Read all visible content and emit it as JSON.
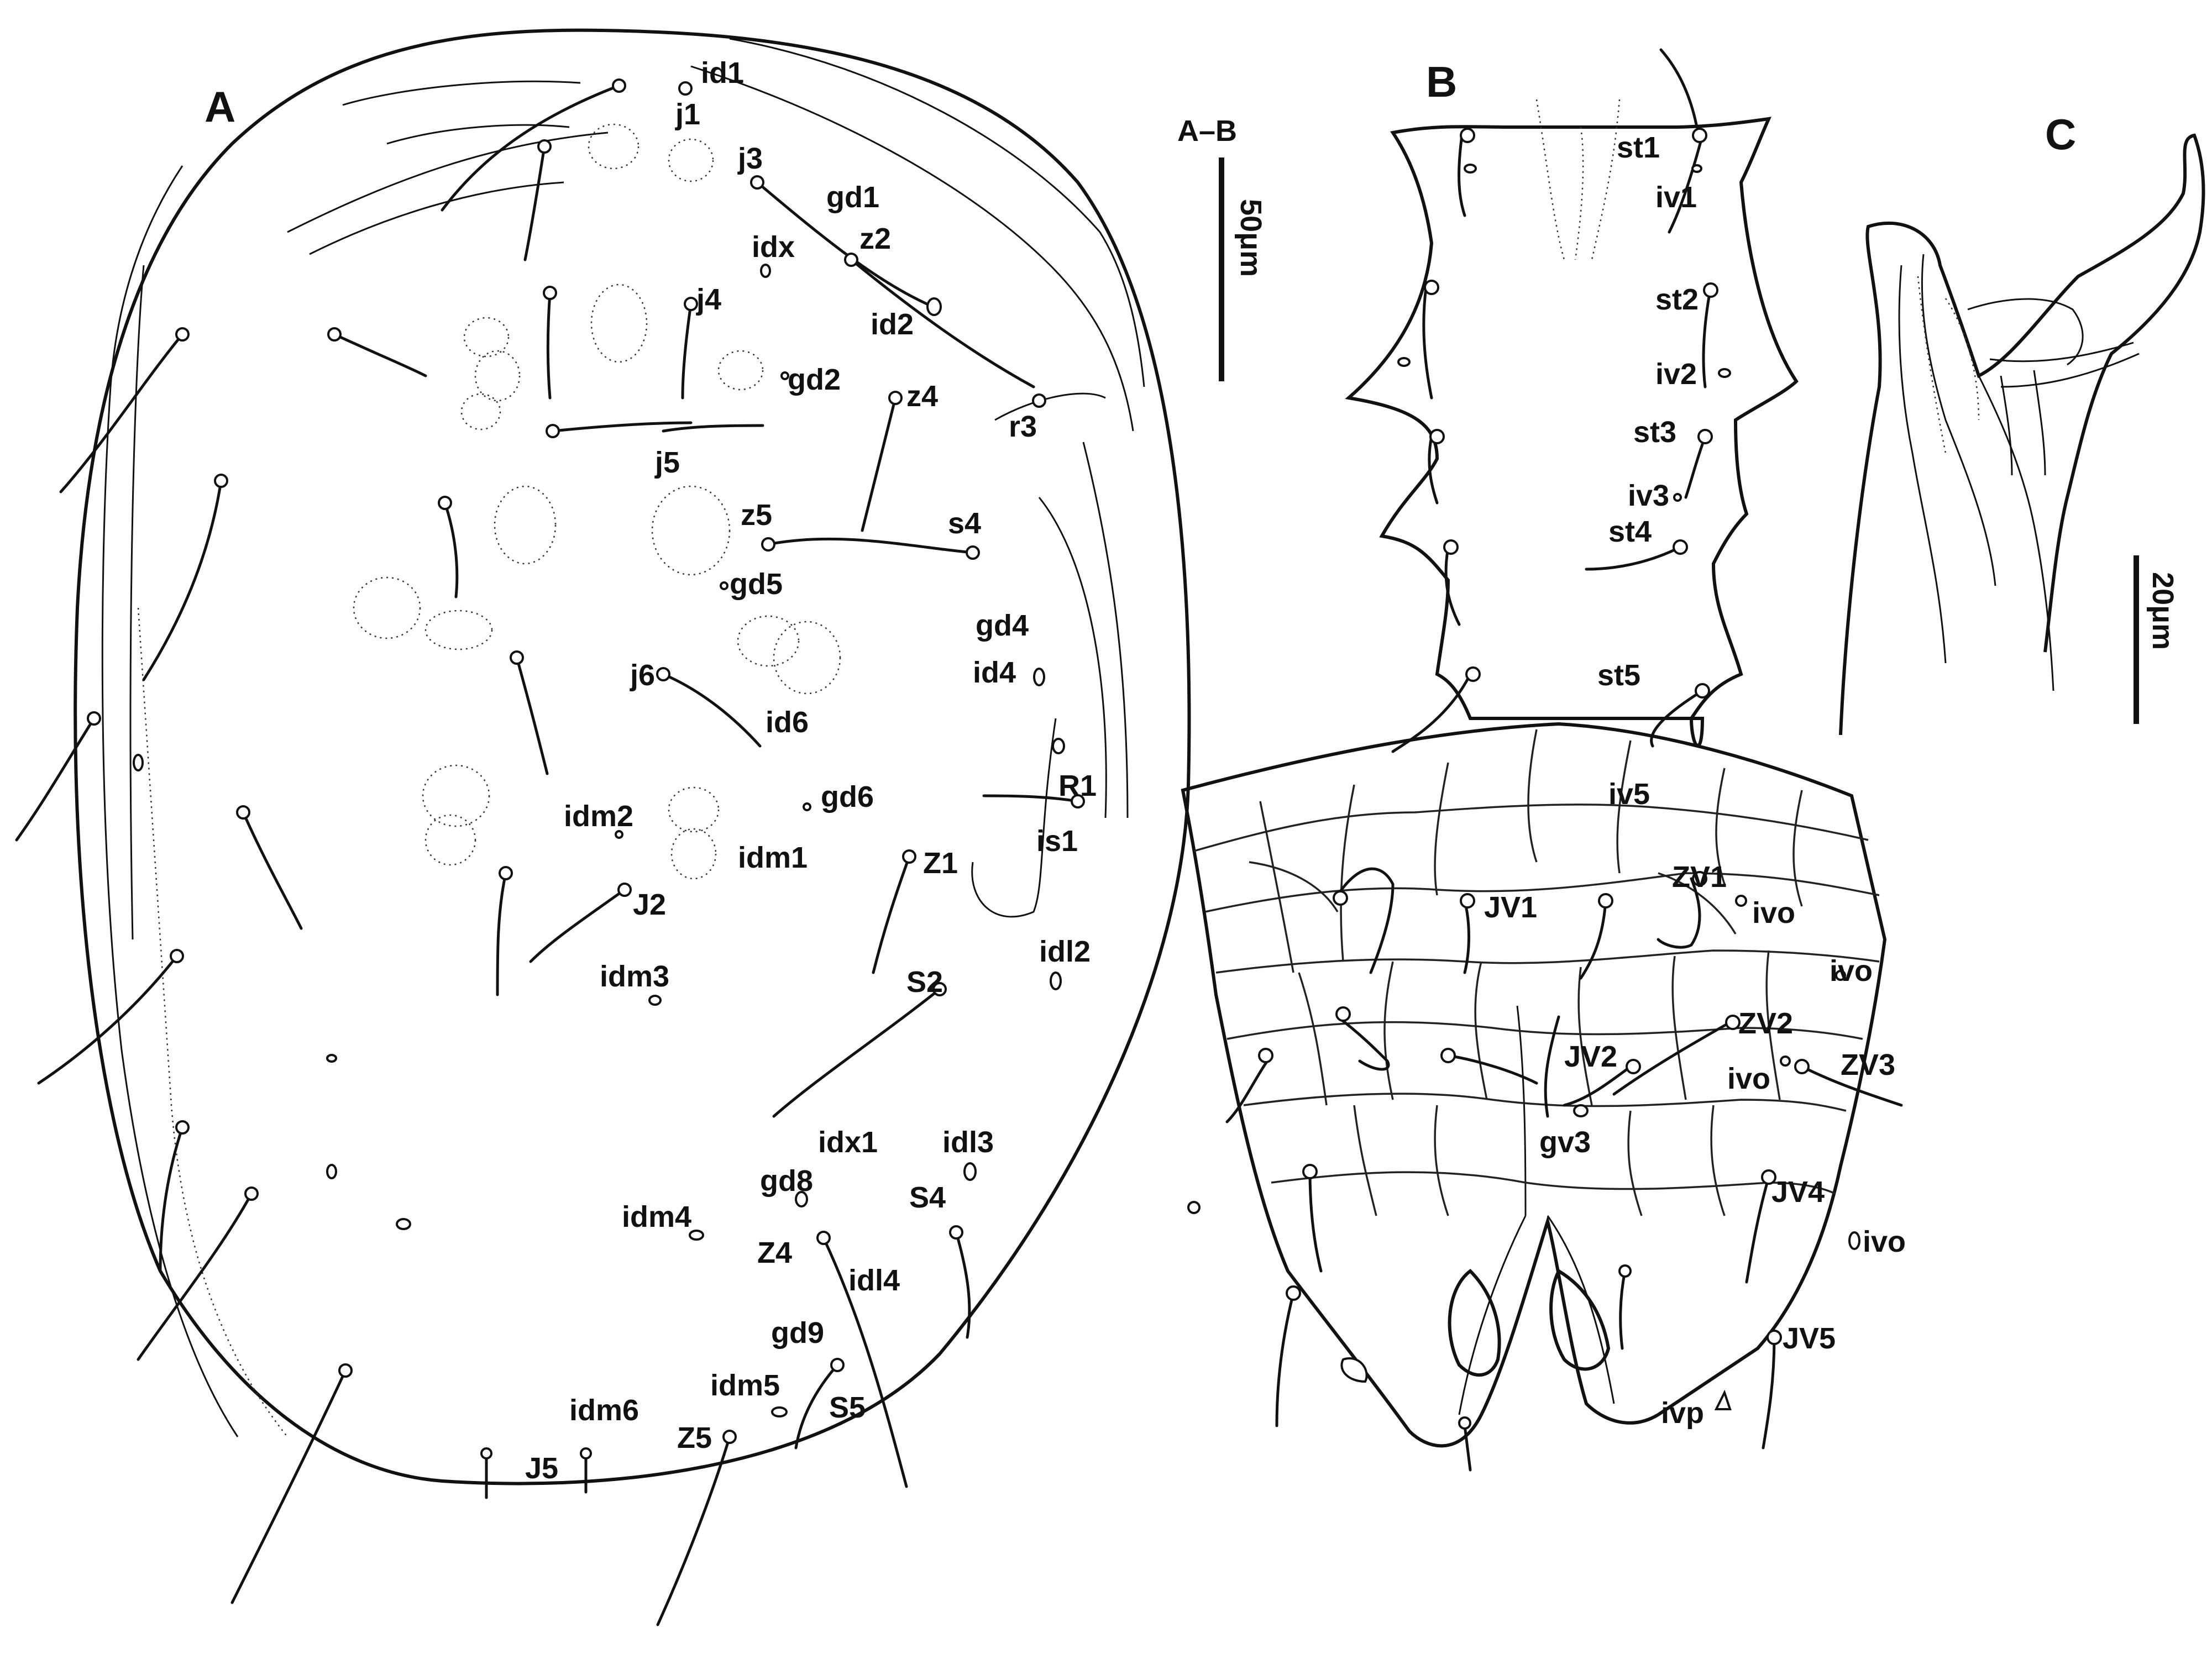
{
  "panels": {
    "A": "A",
    "B": "B",
    "C": "C"
  },
  "scale_bars": {
    "ab_title": "A–B",
    "ab_length": "50μm",
    "c_length": "20μm"
  },
  "panel_a_labels": {
    "id1": "id1",
    "j1": "j1",
    "j3": "j3",
    "gd1": "gd1",
    "idx": "idx",
    "z2": "z2",
    "j4": "j4",
    "id2": "id2",
    "gd2": "gd2",
    "z4": "z4",
    "r3": "r3",
    "j5": "j5",
    "z5": "z5",
    "s4": "s4",
    "gd5": "gd5",
    "gd4": "gd4",
    "id4": "id4",
    "j6": "j6",
    "id6": "id6",
    "gd6": "gd6",
    "R1": "R1",
    "idm2": "idm2",
    "idm1": "idm1",
    "Z1": "Z1",
    "is1": "is1",
    "J2": "J2",
    "idl2": "idl2",
    "idm3": "idm3",
    "S2": "S2",
    "idx1": "idx1",
    "idl3": "idl3",
    "gd8": "gd8",
    "idm4": "idm4",
    "S4": "S4",
    "Z4": "Z4",
    "idl4": "idl4",
    "gd9": "gd9",
    "idm5": "idm5",
    "idm6": "idm6",
    "S5": "S5",
    "Z5": "Z5",
    "J5": "J5"
  },
  "panel_b_labels": {
    "st1": "st1",
    "iv1": "iv1",
    "st2": "st2",
    "iv2": "iv2",
    "st3": "st3",
    "iv3": "iv3",
    "st4": "st4",
    "st5": "st5",
    "iv5": "iv5",
    "ZV1": "ZV1",
    "JV1": "JV1",
    "ivo1": "ivo",
    "ivo2": "ivo",
    "ZV2": "ZV2",
    "JV2": "JV2",
    "ZV3": "ZV3",
    "ivo3": "ivo",
    "gv3": "gv3",
    "JV4": "JV4",
    "ivo4": "ivo",
    "JV5": "JV5",
    "ivp": "ivp"
  },
  "colors": {
    "ink": "#111111",
    "paper": "#ffffff"
  }
}
